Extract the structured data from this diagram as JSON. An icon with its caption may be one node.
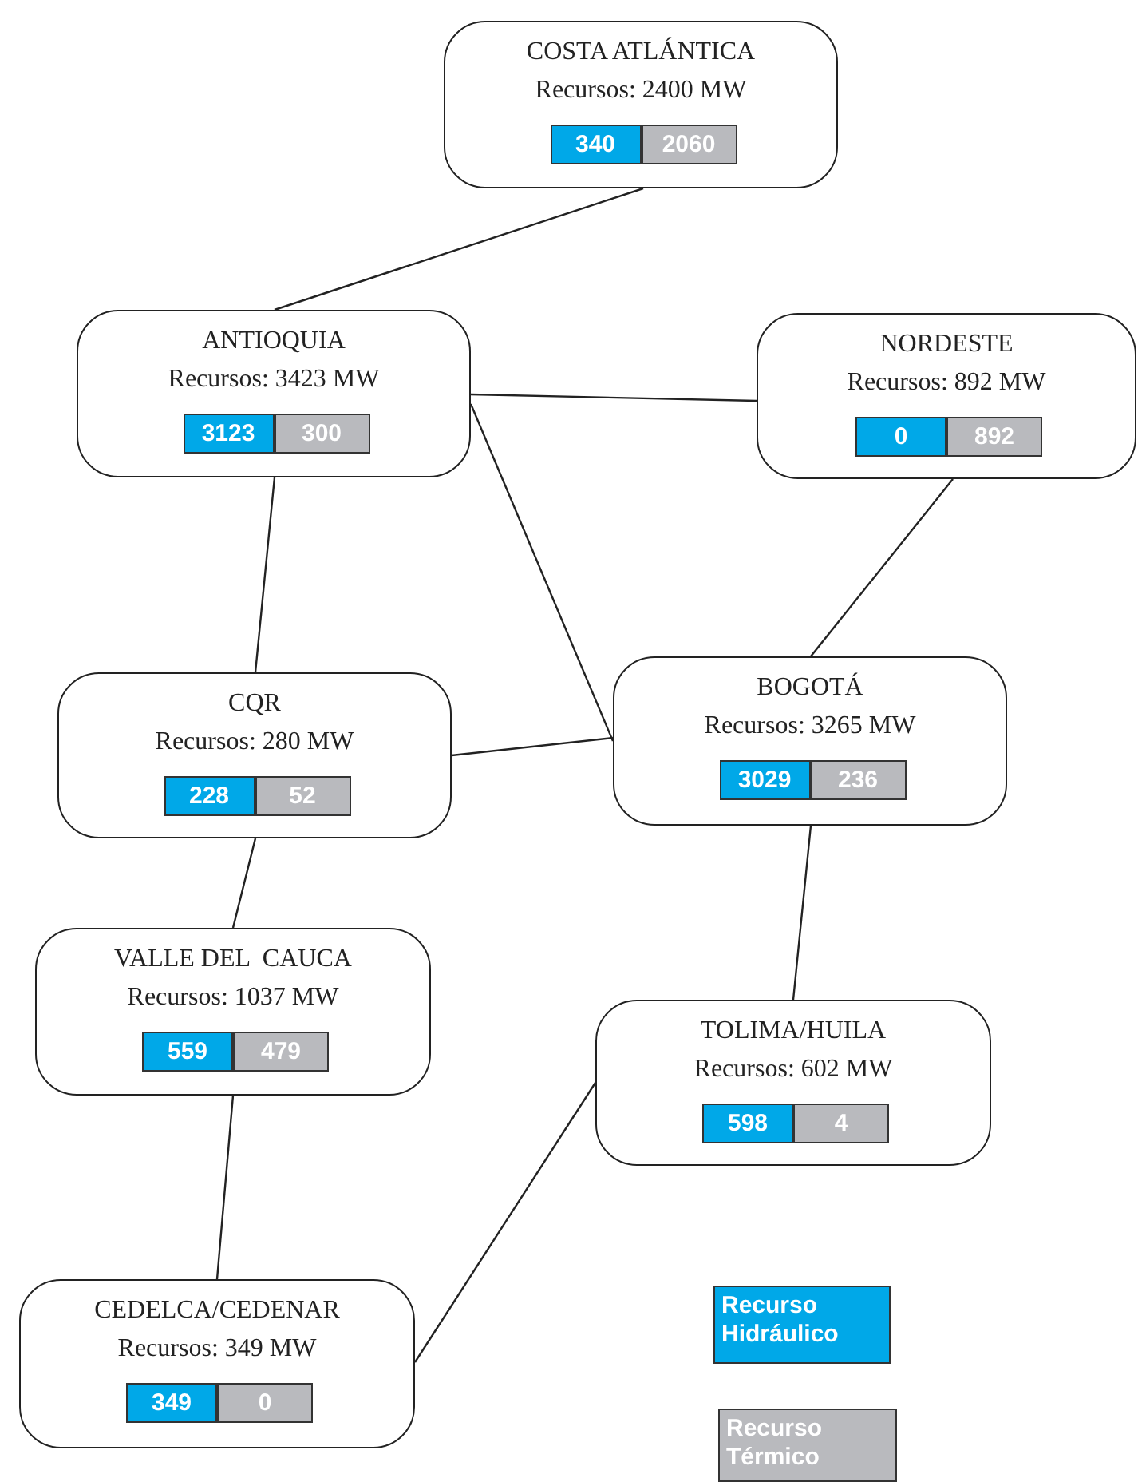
{
  "diagram": {
    "nodes": [
      {
        "text": [
          "COSTA ATLÁNTICA",
          "Recursos: 2400 MW"
        ]
      },
      {
        "text": [
          "340"
        ],
        "in": 0
      },
      {
        "text": [
          "2060"
        ],
        "in": 0
      },
      {
        "text": [
          "ANTIOQUIA",
          "Recursos: 3423 MW"
        ]
      },
      {
        "text": [
          "3123"
        ],
        "in": 3
      },
      {
        "text": [
          "300"
        ],
        "in": 3
      },
      {
        "text": [
          "NORDESTE",
          "Recursos: 892 MW"
        ]
      },
      {
        "text": [
          "0"
        ],
        "in": 6
      },
      {
        "text": [
          "892"
        ],
        "in": 6
      },
      {
        "text": [
          "CQR",
          "Recursos: 280 MW"
        ]
      },
      {
        "text": [
          "228"
        ],
        "in": 9
      },
      {
        "text": [
          "52"
        ],
        "in": 9
      },
      {
        "text": [
          "BOGOTÁ",
          "Recursos: 3265 MW"
        ]
      },
      {
        "text": [
          "3029"
        ],
        "in": 12
      },
      {
        "text": [
          "236"
        ],
        "in": 12
      },
      {
        "text": [
          "VALLE DEL  CAUCA",
          "Recursos: 1037 MW"
        ]
      },
      {
        "text": [
          "559"
        ],
        "in": 15
      },
      {
        "text": [
          "479"
        ],
        "in": 15
      },
      {
        "text": [
          "TOLIMA/HUILA",
          "Recursos: 602 MW"
        ]
      },
      {
        "text": [
          "598"
        ],
        "in": 18
      },
      {
        "text": [
          "4"
        ],
        "in": 18
      },
      {
        "text": [
          "CEDELCA/CEDENAR",
          "Recursos: 349 MW"
        ]
      },
      {
        "text": [
          "349"
        ],
        "in": 21
      },
      {
        "text": [
          "0"
        ],
        "in": 21
      }
    ],
    "edges": [
      {
        "from": 0,
        "to": 3,
        "arrow": "none"
      },
      {
        "from": 3,
        "to": 6,
        "arrow": "none"
      },
      {
        "from": 3,
        "to": 12,
        "arrow": "none"
      },
      {
        "from": 3,
        "to": 9,
        "arrow": "none"
      },
      {
        "from": 6,
        "to": 12,
        "arrow": "none"
      },
      {
        "from": 9,
        "to": 12,
        "arrow": "none"
      },
      {
        "from": 9,
        "to": 15,
        "arrow": "none"
      },
      {
        "from": 12,
        "to": 18,
        "arrow": "none"
      },
      {
        "from": 15,
        "to": 21,
        "arrow": "none"
      },
      {
        "from": 21,
        "to": 18,
        "arrow": "none"
      }
    ],
    "legend": [
      {
        "text": "Recurso Hidráulico",
        "color": "#00a8e8"
      },
      {
        "text": "Recurso Térmico",
        "color": "#b9babe"
      }
    ]
  }
}
